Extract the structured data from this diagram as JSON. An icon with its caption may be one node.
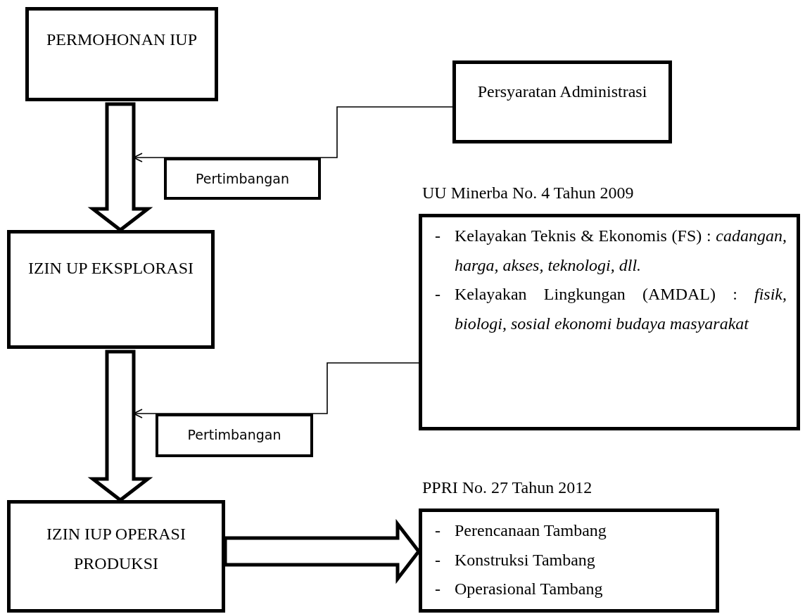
{
  "diagram": {
    "nodes": [
      {
        "text": [
          "PERMOHONAN IUP"
        ]
      },
      {
        "text": [
          "Persyaratan Administrasi"
        ]
      },
      {
        "text": [
          "Pertimbangan"
        ]
      },
      {
        "text": [
          "IZIN UP EKSPLORASI"
        ]
      },
      {
        "text": [
          "UU Minerba  No. 4 Tahun 2009",
          "-",
          "Kelayakan Teknis & Ekonomis (FS) : *cadangan, harga, akses, teknologi, dll.*",
          "-",
          "Kelayakan Lingkungan (AMDAL) : *fisik, biologi, sosial ekonomi budaya masyarakat*"
        ]
      },
      {
        "text": [
          "Pertimbangan"
        ]
      },
      {
        "text": [
          "IZIN IUP OPERASI PRODUKSI"
        ]
      },
      {
        "text": [
          "PPRI No. 27 Tahun 2012",
          "-",
          "Perencanaan Tambang",
          "-",
          "Konstruksi Tambang",
          "-",
          "Operasional Tambang"
        ]
      }
    ],
    "edges": [
      {
        "from": 0,
        "to": 3,
        "arrow": "to",
        "style": "thick"
      },
      {
        "from": 1,
        "to": null,
        "arrow": "to"
      },
      {
        "from": 3,
        "to": 6,
        "arrow": "to",
        "style": "thick"
      },
      {
        "from": 4,
        "to": null,
        "arrow": "to"
      },
      {
        "from": 6,
        "to": 7,
        "arrow": "to",
        "style": "thick"
      }
    ]
  }
}
